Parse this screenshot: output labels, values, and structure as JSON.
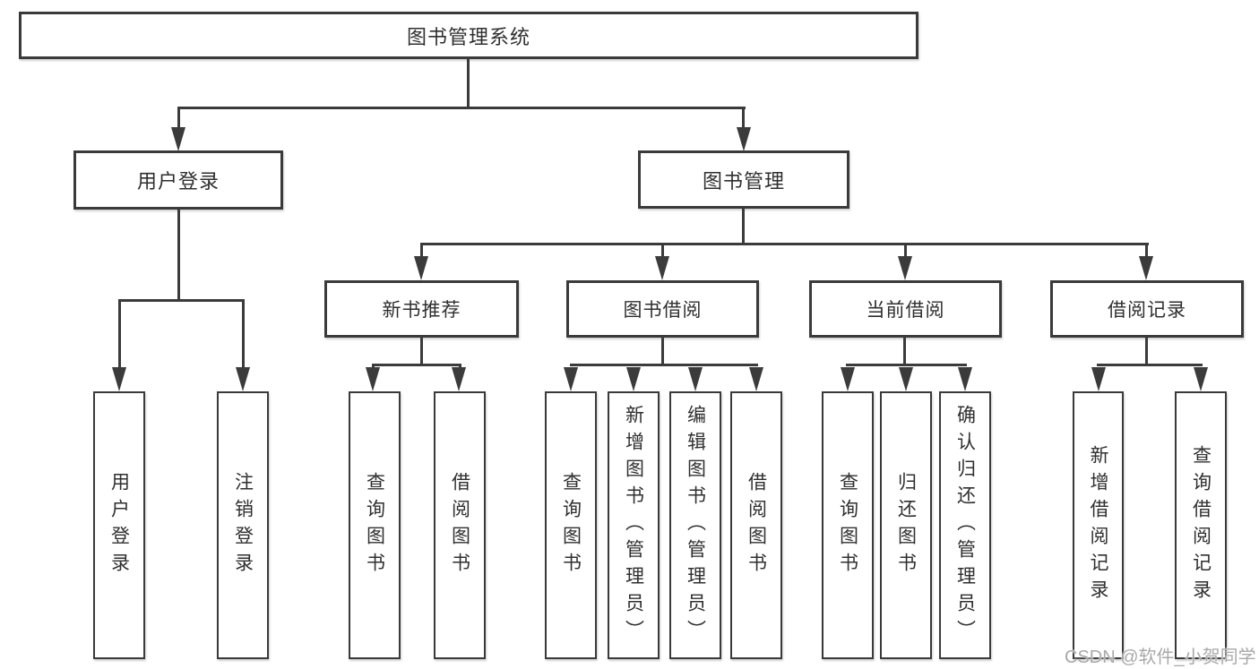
{
  "diagram": {
    "title": "图书管理系统",
    "root": {
      "label": "图书管理系统"
    },
    "user_branch": {
      "label": "用户登录",
      "children": [
        {
          "label": "用户登录"
        },
        {
          "label": "注销登录"
        }
      ]
    },
    "book_branch": {
      "label": "图书管理",
      "groups": [
        {
          "label": "新书推荐",
          "children": [
            {
              "label": "查询图书"
            },
            {
              "label": "借阅图书"
            }
          ]
        },
        {
          "label": "图书借阅",
          "children": [
            {
              "label": "查询图书"
            },
            {
              "label": "新增图书（管理员）"
            },
            {
              "label": "编辑图书（管理员）"
            },
            {
              "label": "借阅图书"
            }
          ]
        },
        {
          "label": "当前借阅",
          "children": [
            {
              "label": "查询图书"
            },
            {
              "label": "归还图书"
            },
            {
              "label": "确认归还（管理员）"
            }
          ]
        },
        {
          "label": "借阅记录",
          "children": [
            {
              "label": "新增借阅记录"
            },
            {
              "label": "查询借阅记录"
            }
          ]
        }
      ]
    },
    "watermark": "CSDN @软件_小贺同学",
    "colors": {
      "line": "#3b3b3b",
      "box_border": "#3a3a3a",
      "text": "#2f2f2f",
      "background": "#ffffff",
      "watermark": "#a9a9a9"
    }
  }
}
